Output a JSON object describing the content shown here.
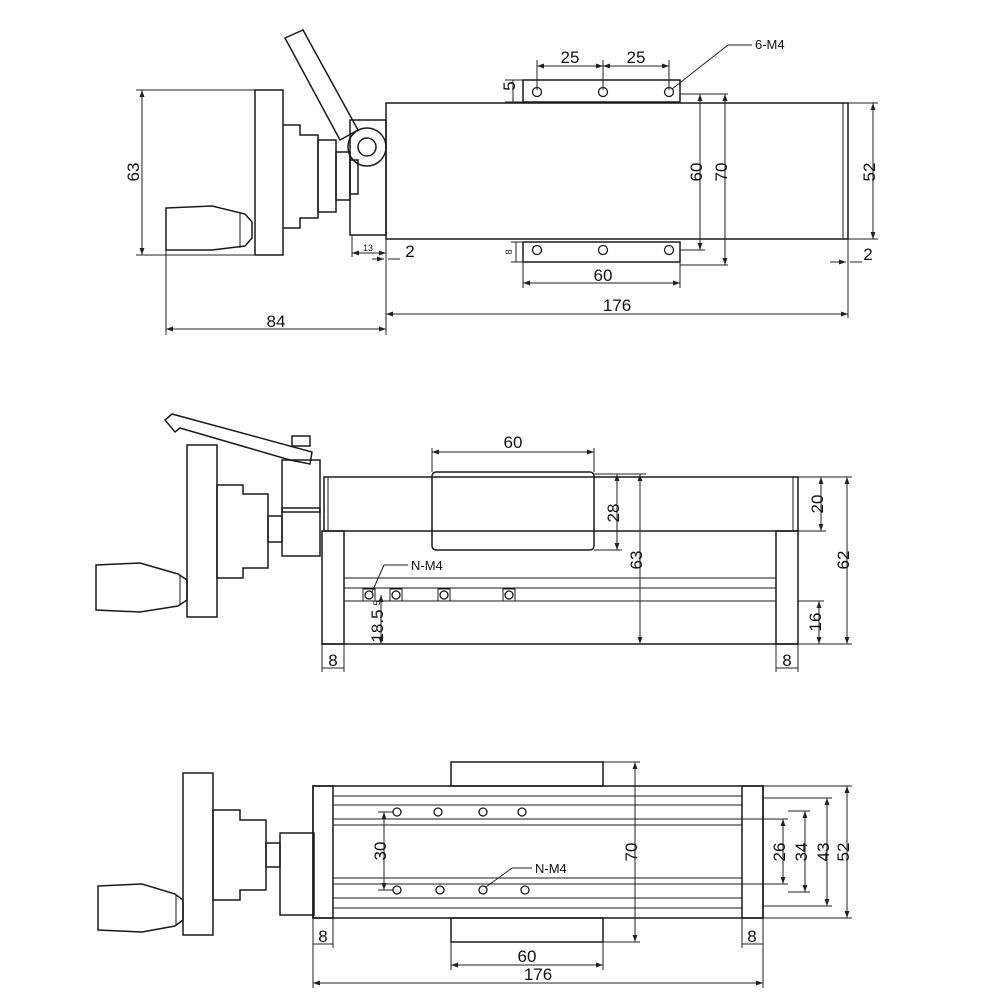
{
  "top_view": {
    "dims": {
      "bracket_pitch_a": "25",
      "bracket_pitch_b": "25",
      "hole_callout": "6-M4",
      "bracket_offset": "5",
      "motor_height": "63",
      "hole_spacing": "60",
      "table_width": "70",
      "rail_width": "52",
      "end_plate": "13",
      "gap_left": "2",
      "bracket_edge": "8",
      "bottom_pitch": "60",
      "gap_right": "2",
      "handle_length": "84",
      "overall_length": "176"
    }
  },
  "side_view": {
    "dims": {
      "table_length": "60",
      "table_height": "28",
      "top_thickness": "20",
      "center_height": "63",
      "overall_height": "62",
      "hole_callout": "N-M4",
      "hole_depth": "5",
      "hole_height": "18.5",
      "base_height": "16",
      "foot_left": "8",
      "foot_right": "8"
    }
  },
  "bottom_view": {
    "dims": {
      "row_spacing": "30",
      "hole_callout": "N-M4",
      "table_width": "70",
      "inner_26": "26",
      "inner_34": "34",
      "inner_43": "43",
      "rail_width": "52",
      "end_left": "8",
      "end_right": "8",
      "table_length": "60",
      "overall_length": "176"
    }
  }
}
